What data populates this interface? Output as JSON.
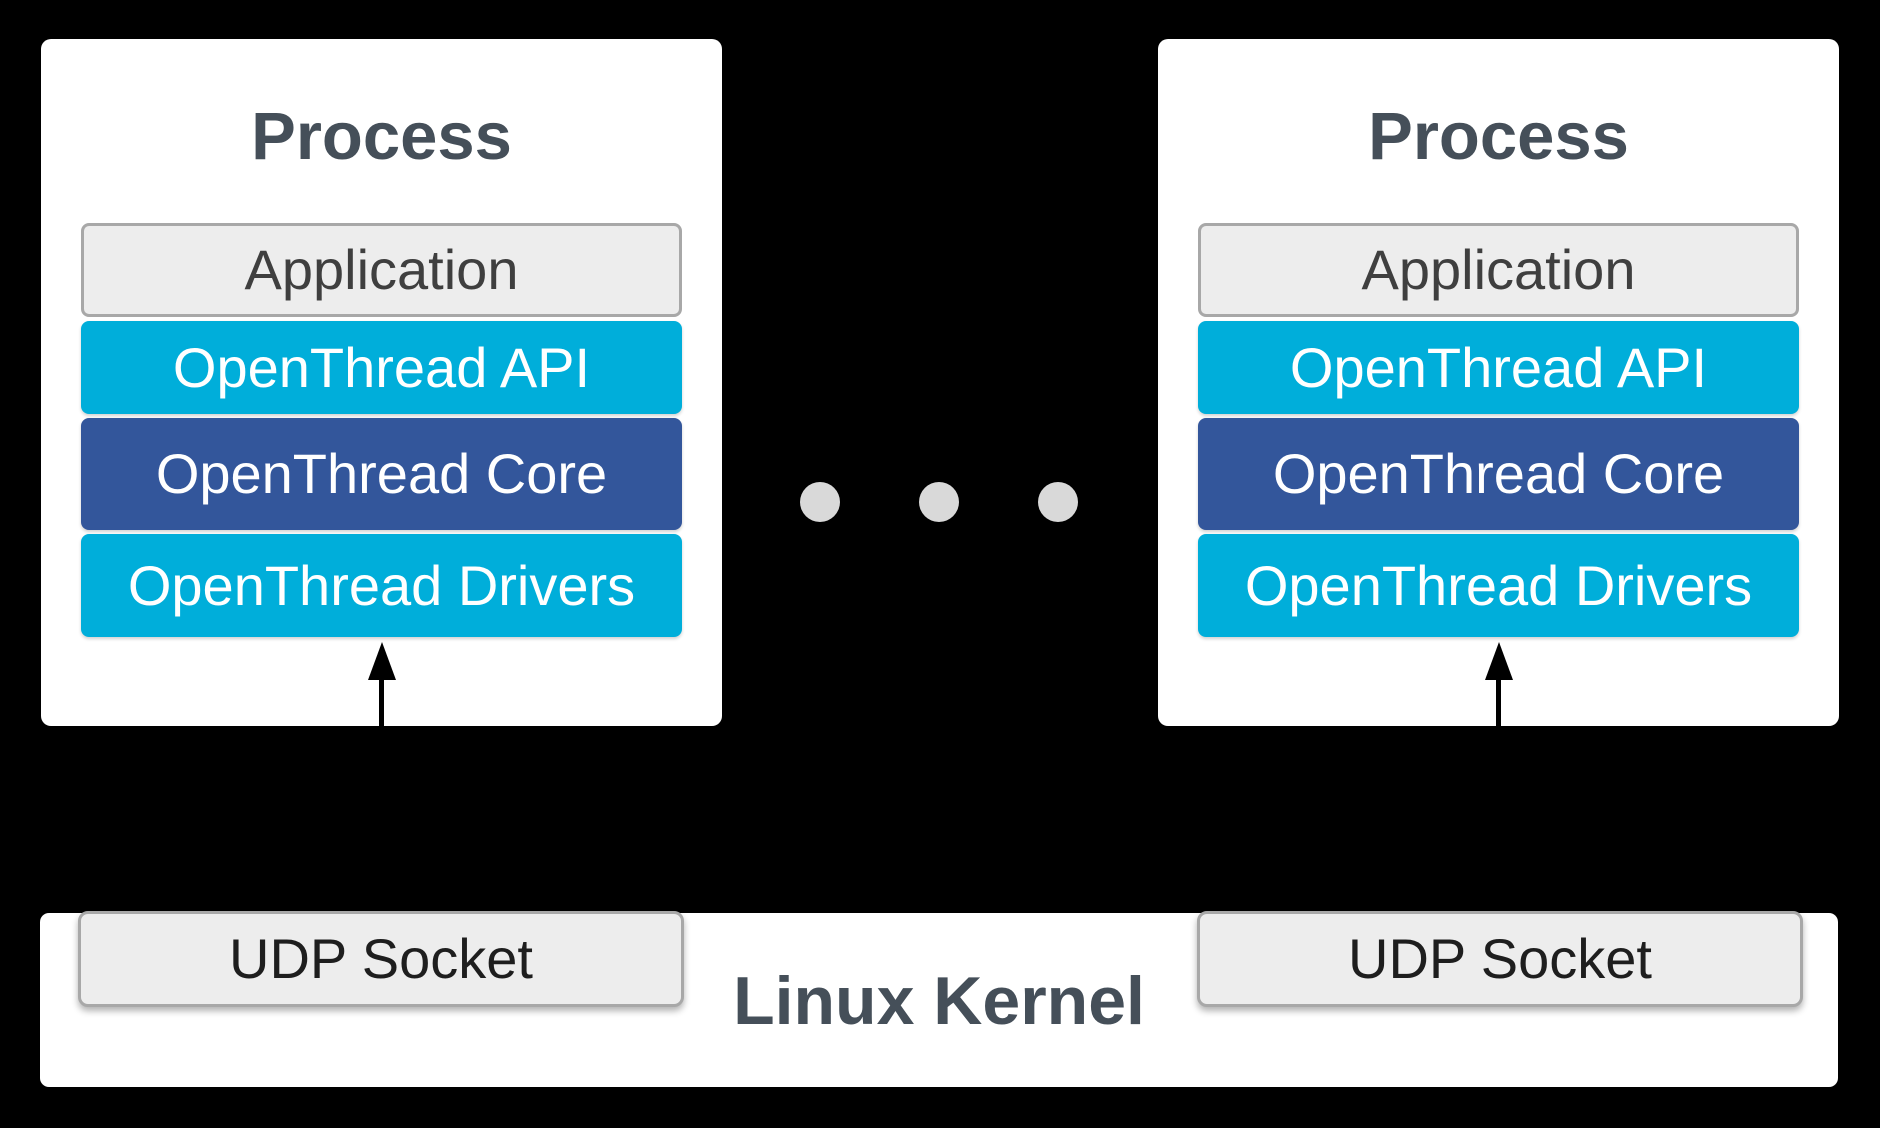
{
  "colors": {
    "background": "#000000",
    "surface": "#FFFFFF",
    "cyan": "#00AEDA",
    "indigo": "#33569B",
    "panel_gray": "#EDEDED",
    "panel_border": "#A8A8A8",
    "title_text": "#454F59",
    "panel_text": "#3F3F3F",
    "udp_text": "#1E1E1E",
    "bar_text": "#FFFFFF",
    "dot": "#D9D9D9",
    "arrow": "#000000"
  },
  "processes": [
    {
      "title": "Process",
      "layers": [
        {
          "label": "Application"
        },
        {
          "label": "OpenThread API"
        },
        {
          "label": "OpenThread Core"
        },
        {
          "label": "OpenThread Drivers"
        }
      ]
    },
    {
      "title": "Process",
      "layers": [
        {
          "label": "Application"
        },
        {
          "label": "OpenThread API"
        },
        {
          "label": "OpenThread Core"
        },
        {
          "label": "OpenThread Drivers"
        }
      ]
    }
  ],
  "middle": {
    "dot_count": 3
  },
  "kernel": {
    "label": "Linux Kernel",
    "sockets": [
      {
        "label": "UDP Socket"
      },
      {
        "label": "UDP Socket"
      }
    ]
  }
}
